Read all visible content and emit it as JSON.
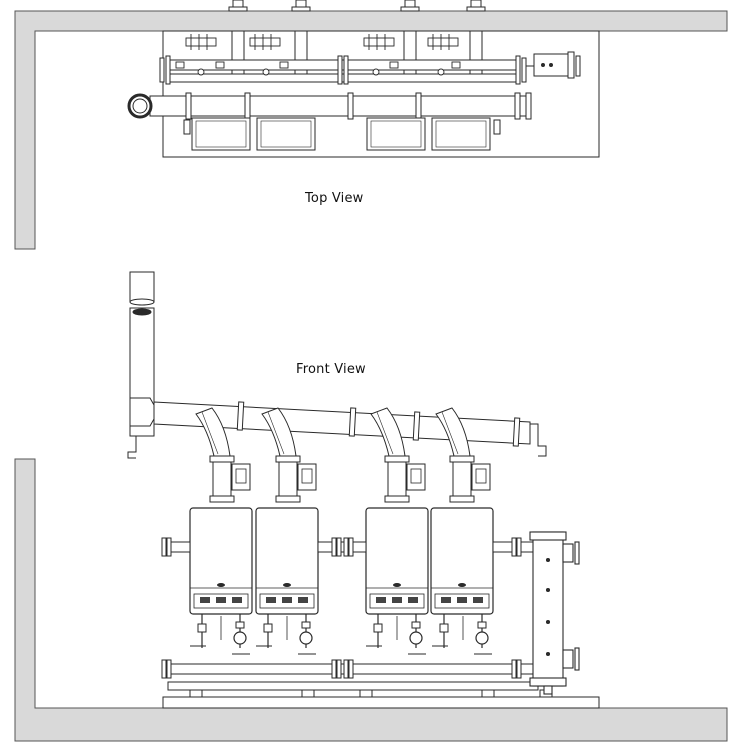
{
  "labels": {
    "top_view": "Top View",
    "front_view": "Front View"
  },
  "colors": {
    "wall_fill": "#d9d9d9",
    "line": "#2a2a2a",
    "background": "#ffffff"
  },
  "icons": {
    "boiler_logo": "small-oval-logo",
    "pump": "circle-pump-icon",
    "valve": "bowtie-valve-icon"
  }
}
